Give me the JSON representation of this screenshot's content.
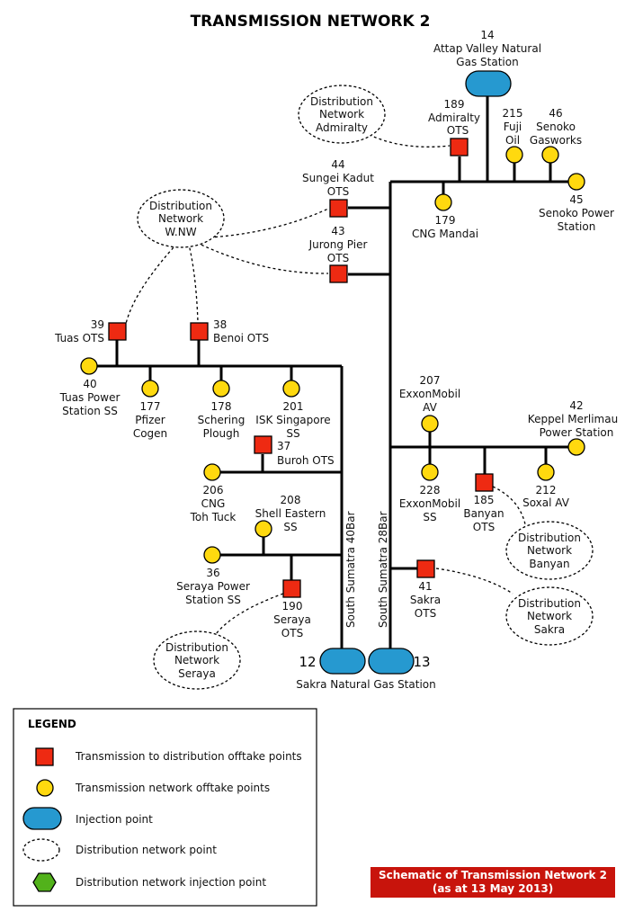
{
  "title": "TRANSMISSION NETWORK 2",
  "pipelines": {
    "south_sumatra_40": "South Sumatra 40Bar",
    "south_sumatra_28": "South Sumatra 28Bar"
  },
  "injection_points": {
    "attap": {
      "lines": [
        "14",
        "Attap Valley Natural",
        "Gas Station"
      ]
    },
    "sakra_12": "12",
    "sakra_13": "13",
    "sakra_label": "Sakra Natural Gas Station"
  },
  "transmission_distribution_offtakes": {
    "admiralty": [
      "189",
      "Admiralty",
      "OTS"
    ],
    "sungei_kadut": [
      "44",
      "Sungei Kadut",
      "OTS"
    ],
    "jurong_pier": [
      "43",
      "Jurong Pier",
      "OTS"
    ],
    "tuas": [
      "39",
      "Tuas OTS"
    ],
    "benoi": [
      "38",
      "Benoi OTS"
    ],
    "buroh": [
      "37",
      "Buroh OTS"
    ],
    "seraya": [
      "190",
      "Seraya",
      "OTS"
    ],
    "banyan": [
      "185",
      "Banyan",
      "OTS"
    ],
    "sakra": [
      "41",
      "Sakra",
      "OTS"
    ]
  },
  "transmission_offtakes": {
    "fuji": [
      "215",
      "Fuji",
      "Oil"
    ],
    "senoko_gasworks": [
      "46",
      "Senoko",
      "Gasworks"
    ],
    "senoko_power": [
      "45",
      "Senoko Power",
      "Station"
    ],
    "cng_mandai": [
      "179",
      "CNG Mandai"
    ],
    "tuas_power": [
      "40",
      "Tuas Power",
      "Station SS"
    ],
    "pfizer": [
      "177",
      "Pfizer",
      "Cogen"
    ],
    "schering": [
      "178",
      "Schering",
      "Plough"
    ],
    "isk": [
      "201",
      "ISK Singapore",
      "SS"
    ],
    "cng_toh_tuck": [
      "206",
      "CNG",
      "Toh Tuck"
    ],
    "shell_eastern": [
      "208",
      "Shell Eastern",
      "SS"
    ],
    "seraya_power": [
      "36",
      "Seraya Power",
      "Station SS"
    ],
    "exxonmobil_av": [
      "207",
      "ExxonMobil",
      "AV"
    ],
    "exxonmobil_ss": [
      "228",
      "ExxonMobil",
      "SS"
    ],
    "keppel": [
      "42",
      "Keppel Merlimau",
      "Power Station"
    ],
    "soxal": [
      "212",
      "Soxal AV"
    ]
  },
  "distribution_nodes": {
    "admiralty": [
      "Distribution",
      "Network",
      "Admiralty"
    ],
    "wnw": [
      "Distribution",
      "Network",
      "W.NW"
    ],
    "banyan": [
      "Distribution",
      "Network",
      "Banyan"
    ],
    "sakra": [
      "Distribution",
      "Network",
      "Sakra"
    ],
    "seraya": [
      "Distribution",
      "Network",
      "Seraya"
    ]
  },
  "legend": {
    "title": "LEGEND",
    "items": [
      "Transmission to distribution offtake points",
      "Transmission network offtake points",
      "Injection point",
      "Distribution network point",
      "Distribution network injection point"
    ]
  },
  "footnote": {
    "line1": "Schematic of  Transmission Network 2",
    "line2": "(as at 13 May 2013)"
  },
  "colors": {
    "offtake_square": "#ee2a12",
    "offtake_circle": "#ffd90f",
    "injection": "#2699d0",
    "dist_injection": "#52b21b",
    "footnote_bg": "#c8140c"
  }
}
